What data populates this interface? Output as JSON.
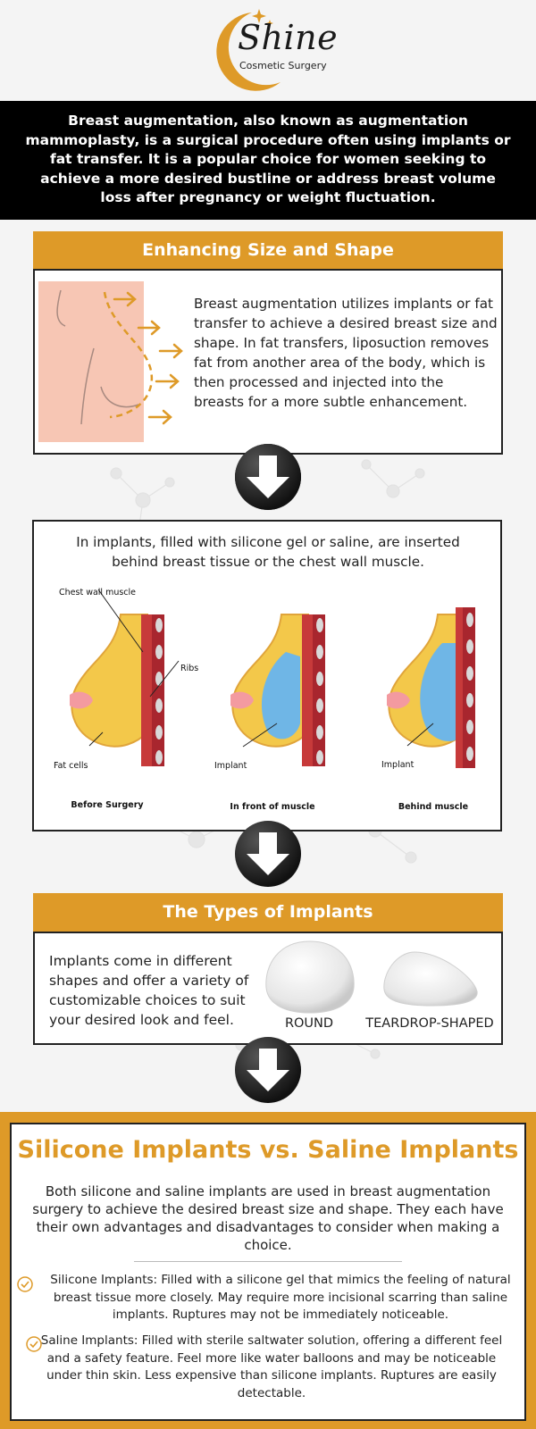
{
  "logo": {
    "name": "Shine",
    "subtitle": "Cosmetic Surgery"
  },
  "intro": {
    "text": "Breast augmentation, also known as augmentation mammoplasty, is a surgical procedure often using implants or fat transfer. It is a popular choice for women seeking to achieve a more desired bustline or address breast volume loss after pregnancy or weight fluctuation."
  },
  "section1": {
    "title": "Enhancing Size and Shape",
    "text": "Breast augmentation utilizes implants or fat transfer to achieve a desired breast size and shape. In fat transfers, liposuction removes fat from another area of the body, which is then processed and injected into the breasts for a more subtle enhancement."
  },
  "section2": {
    "text": "In implants, filled with silicone gel or saline, are inserted behind breast tissue or the chest wall muscle.",
    "labels": {
      "chest_wall_muscle": "Chest wall muscle",
      "ribs": "Ribs",
      "fat_cells": "Fat cells",
      "implant": "Implant"
    },
    "captions": [
      "Before Surgery",
      "In front of muscle",
      "Behind muscle"
    ]
  },
  "section3": {
    "title": "The Types of Implants",
    "text": "Implants come in different shapes and offer a variety of customizable choices to suit your desired look and feel.",
    "shapes": [
      "ROUND",
      "TEARDROP-SHAPED"
    ]
  },
  "section4": {
    "title": "Silicone Implants vs. Saline Implants",
    "text": "Both silicone and saline implants are used in breast augmentation surgery to achieve the desired breast size and shape. They each have their own advantages and disadvantages to consider when making a choice.",
    "bullets": [
      "Silicone Implants: Filled with a silicone gel that mimics the feeling of natural breast tissue more closely. May require more incisional scarring than saline implants. Ruptures may not be immediately noticeable.",
      "Saline Implants: Filled with sterile saltwater solution, offering a different feel and a safety feature. Feel more like water balloons and may be noticeable under thin skin. Less expensive than silicone implants. Ruptures are easily detectable."
    ]
  },
  "colors": {
    "accent": "#de9a28",
    "black": "#000000",
    "skin": "#f7c6b4"
  }
}
